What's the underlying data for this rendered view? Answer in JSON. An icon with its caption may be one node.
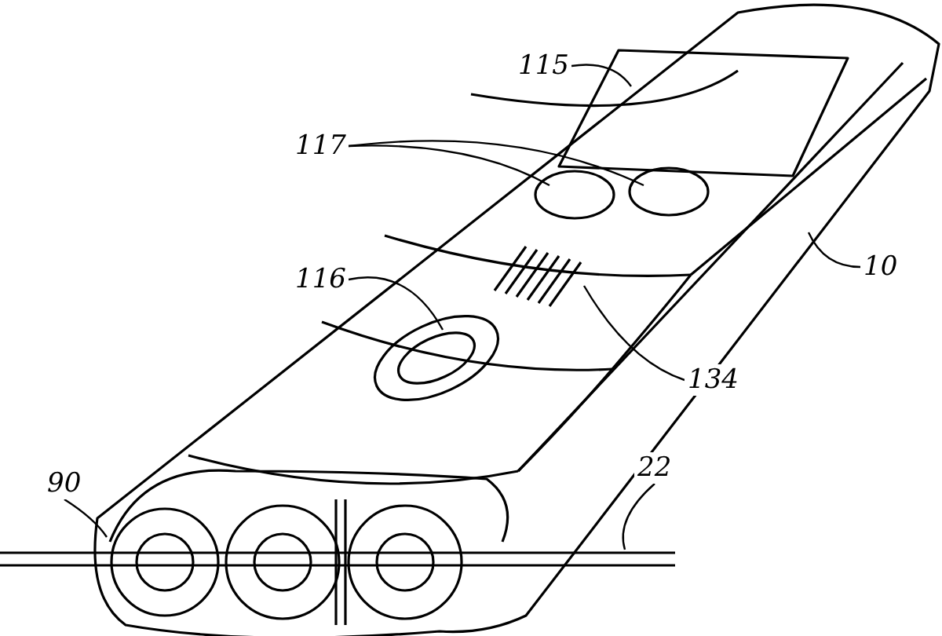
{
  "diagram": {
    "nodes": [
      {
        "text": [
          "115"
        ]
      },
      {
        "text": [
          "117"
        ]
      },
      {
        "text": [
          "116"
        ]
      },
      {
        "text": [
          "134"
        ]
      },
      {
        "text": [
          "10"
        ]
      },
      {
        "text": [
          "90"
        ]
      },
      {
        "text": [
          "22"
        ]
      }
    ],
    "edges": [
      {
        "from": 0,
        "to": null,
        "arrow": "none"
      },
      {
        "from": 1,
        "to": null,
        "arrow": "none"
      },
      {
        "from": 1,
        "to": null,
        "arrow": "none"
      },
      {
        "from": 2,
        "to": null,
        "arrow": "none"
      },
      {
        "from": 3,
        "to": null,
        "arrow": "none"
      },
      {
        "from": 4,
        "to": null,
        "arrow": "none"
      },
      {
        "from": 5,
        "to": null,
        "arrow": "none"
      },
      {
        "from": 6,
        "to": null,
        "arrow": "none"
      }
    ]
  }
}
